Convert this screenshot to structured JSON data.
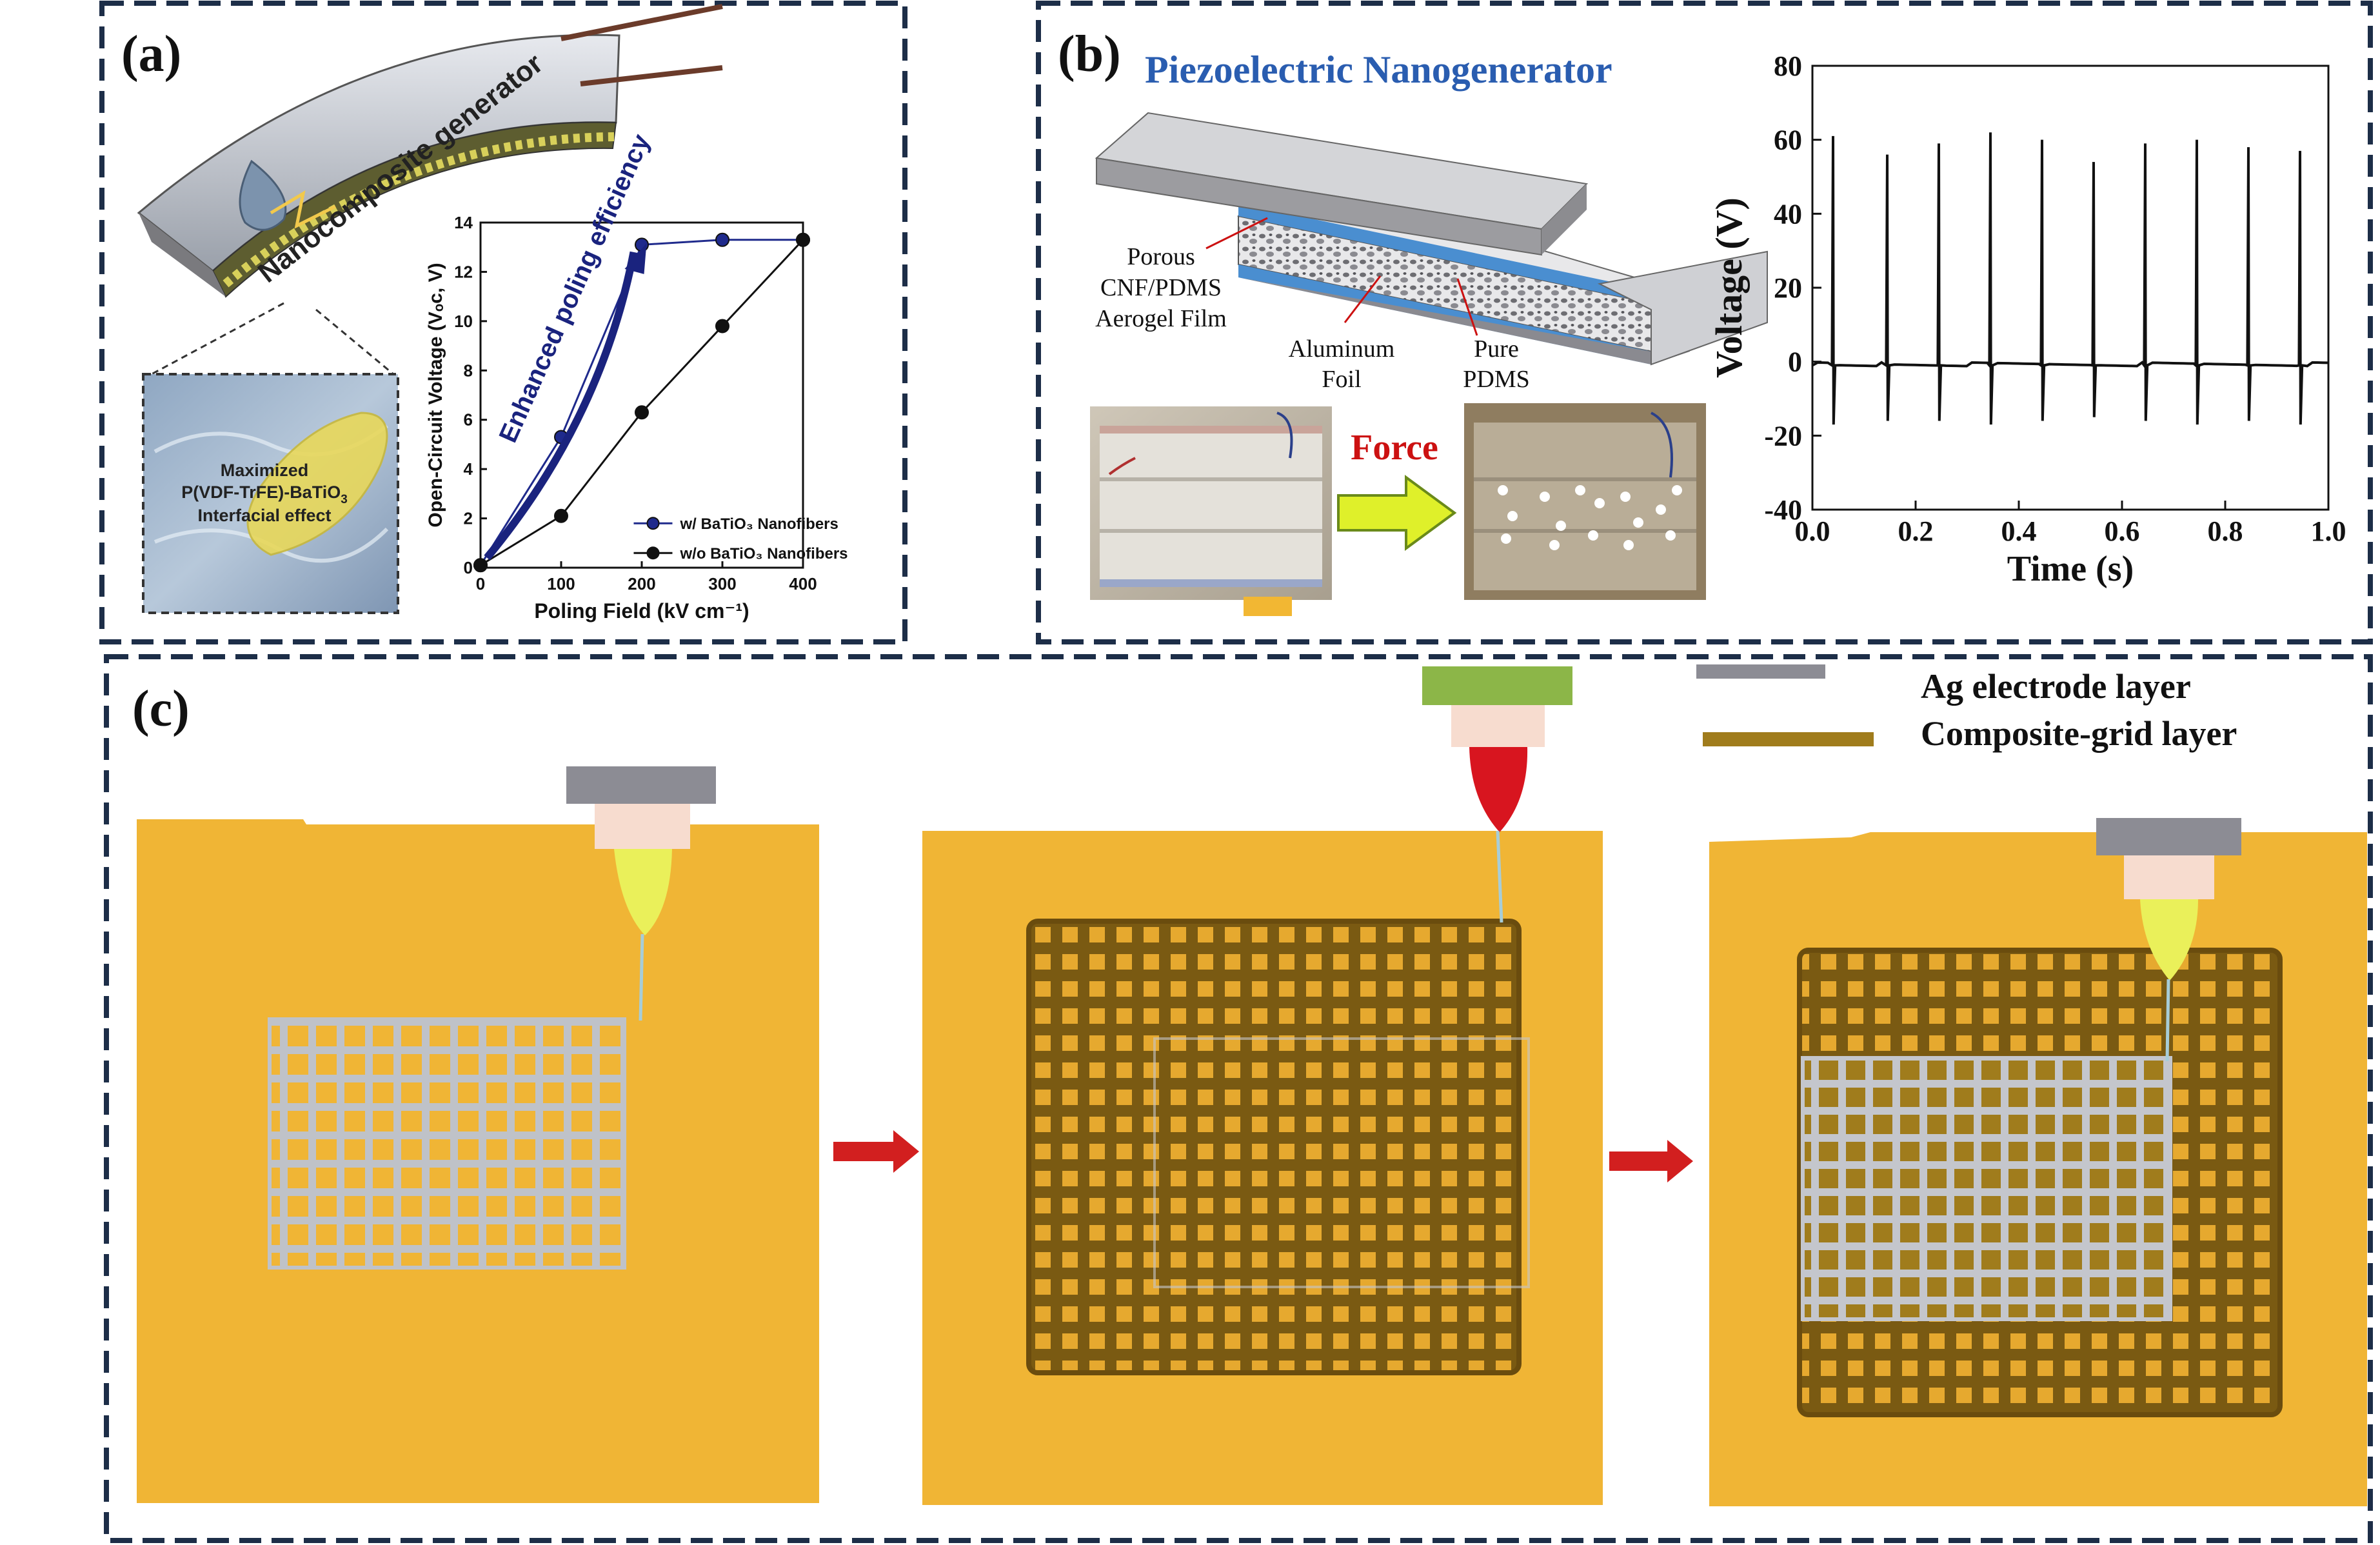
{
  "panel_a": {
    "label": "(a)",
    "device_label": "Nanocomposite generator",
    "inset_text": [
      "Maximized",
      "P(VDF-TrFE)-BaTiO",
      "Interfacial effect"
    ],
    "inset_sub": "3"
  },
  "panel_b": {
    "label": "(b)",
    "title": "Piezoelectric Nanogenerator",
    "labels": {
      "porous": [
        "Porous",
        "CNF/PDMS",
        "Aerogel Film"
      ],
      "aluminum": [
        "Aluminum",
        "Foil"
      ],
      "pure": [
        "Pure",
        "PDMS"
      ],
      "force": "Force"
    }
  },
  "panel_c": {
    "label": "(c)",
    "legend": [
      {
        "label": "Ag electrode layer",
        "color": "#8c8c94"
      },
      {
        "label": "Composite-grid layer",
        "color": "#a07c1c"
      }
    ]
  },
  "chart_data": [
    {
      "type": "line",
      "title": "",
      "xlabel": "Poling Field (kV cm⁻¹)",
      "ylabel": "Open-Circuit Voltage (Vₒc, V)",
      "xlim": [
        0,
        400
      ],
      "ylim": [
        0,
        14
      ],
      "xticks": [
        0,
        100,
        200,
        300,
        400
      ],
      "yticks": [
        0,
        2,
        4,
        6,
        8,
        10,
        12,
        14
      ],
      "annotation": "Enhanced poling efficiency",
      "series": [
        {
          "name": "w/ BaTiO₃ Nanofibers",
          "color": "#1f2a8c",
          "x": [
            0,
            100,
            200,
            300,
            400
          ],
          "y": [
            0.1,
            5.3,
            13.1,
            13.3,
            13.3
          ]
        },
        {
          "name": "w/o BaTiO₃ Nanofibers",
          "color": "#111111",
          "x": [
            0,
            100,
            200,
            300,
            400
          ],
          "y": [
            0.1,
            2.1,
            6.3,
            9.8,
            13.3
          ]
        }
      ]
    },
    {
      "type": "line",
      "title": "",
      "xlabel": "Time (s)",
      "ylabel": "Voltage (V)",
      "xlim": [
        0,
        1.0
      ],
      "ylim": [
        -40,
        80
      ],
      "xticks": [
        0.0,
        0.2,
        0.4,
        0.6,
        0.8,
        1.0
      ],
      "xtick_labels": [
        "0.0",
        "0.2",
        "0.4",
        "0.6",
        "0.8",
        "1.0"
      ],
      "yticks": [
        -40,
        -20,
        0,
        20,
        40,
        60,
        80
      ],
      "series": [
        {
          "name": "",
          "color": "#111111",
          "peaks": [
            {
              "t": 0.04,
              "max": 61,
              "min": -17
            },
            {
              "t": 0.145,
              "max": 56,
              "min": -16
            },
            {
              "t": 0.245,
              "max": 59,
              "min": -16
            },
            {
              "t": 0.345,
              "max": 62,
              "min": -17
            },
            {
              "t": 0.445,
              "max": 60,
              "min": -16
            },
            {
              "t": 0.545,
              "max": 54,
              "min": -15
            },
            {
              "t": 0.645,
              "max": 59,
              "min": -16
            },
            {
              "t": 0.745,
              "max": 60,
              "min": -17
            },
            {
              "t": 0.845,
              "max": 58,
              "min": -16
            },
            {
              "t": 0.945,
              "max": 57,
              "min": -17
            }
          ]
        }
      ]
    }
  ]
}
